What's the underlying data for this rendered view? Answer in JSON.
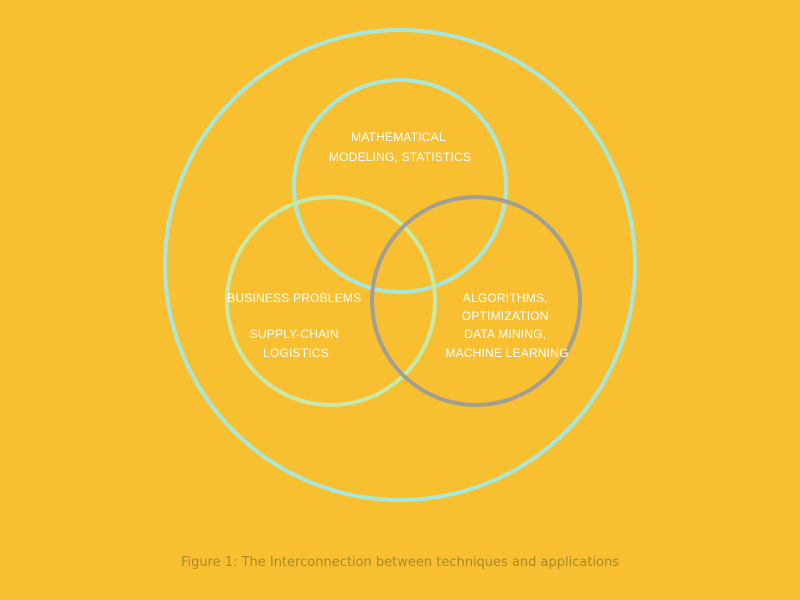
{
  "colors": {
    "background": "#f8bf31",
    "outer_ring": "#a8e8dc",
    "math_ring": "#a8e8dc",
    "business_ring": "#c8eaa8",
    "algo_ring": "#a19e95",
    "label_text": "#ffffff",
    "caption_text": "#a88a2c"
  },
  "diagram": {
    "math_label": [
      "MATHEMATICAL",
      "MODELING, STATISTICS"
    ],
    "business_label": [
      "BUSINESS PROBLEMS",
      "",
      "SUPPLY-CHAIN",
      "LOGISTICS"
    ],
    "algo_label": [
      "ALGORITHMS,",
      "OPTIMIZATION",
      "DATA MINING,",
      "MACHINE LEARNING"
    ]
  },
  "caption": "Figure 1: The Interconnection between techniques and applications"
}
